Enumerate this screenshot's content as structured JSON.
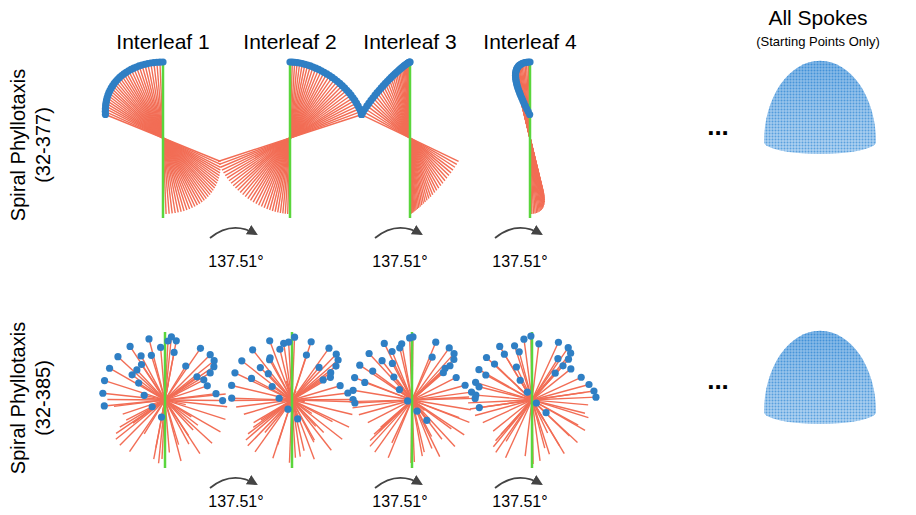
{
  "diagram": {
    "labels": [
      "Interleaf 1",
      "Interleaf 2",
      "Interleaf 3",
      "Interleaf 4",
      "All Spokes",
      "(Starting Points Only)",
      "Spiral Phyllotaxis",
      "(32-377)",
      "137.51°",
      "137.51°",
      "137.51°",
      "...",
      "Spiral Phyllotaxis",
      "(32-385)",
      "137.51°",
      "137.51°",
      "137.51°",
      "..."
    ]
  }
}
